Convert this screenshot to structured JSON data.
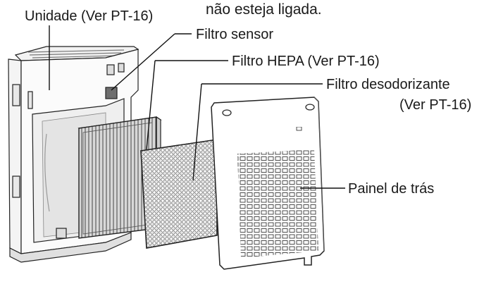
{
  "header_text": "não esteja ligada.",
  "labels": {
    "unit": "Unidade (Ver PT-16)",
    "sensor_filter": "Filtro sensor",
    "hepa_filter": "Filtro HEPA (Ver PT-16)",
    "deodorizing_filter_line1": "Filtro desodorizante",
    "deodorizing_filter_line2": "(Ver PT-16)",
    "back_panel": "Painel de trás"
  }
}
